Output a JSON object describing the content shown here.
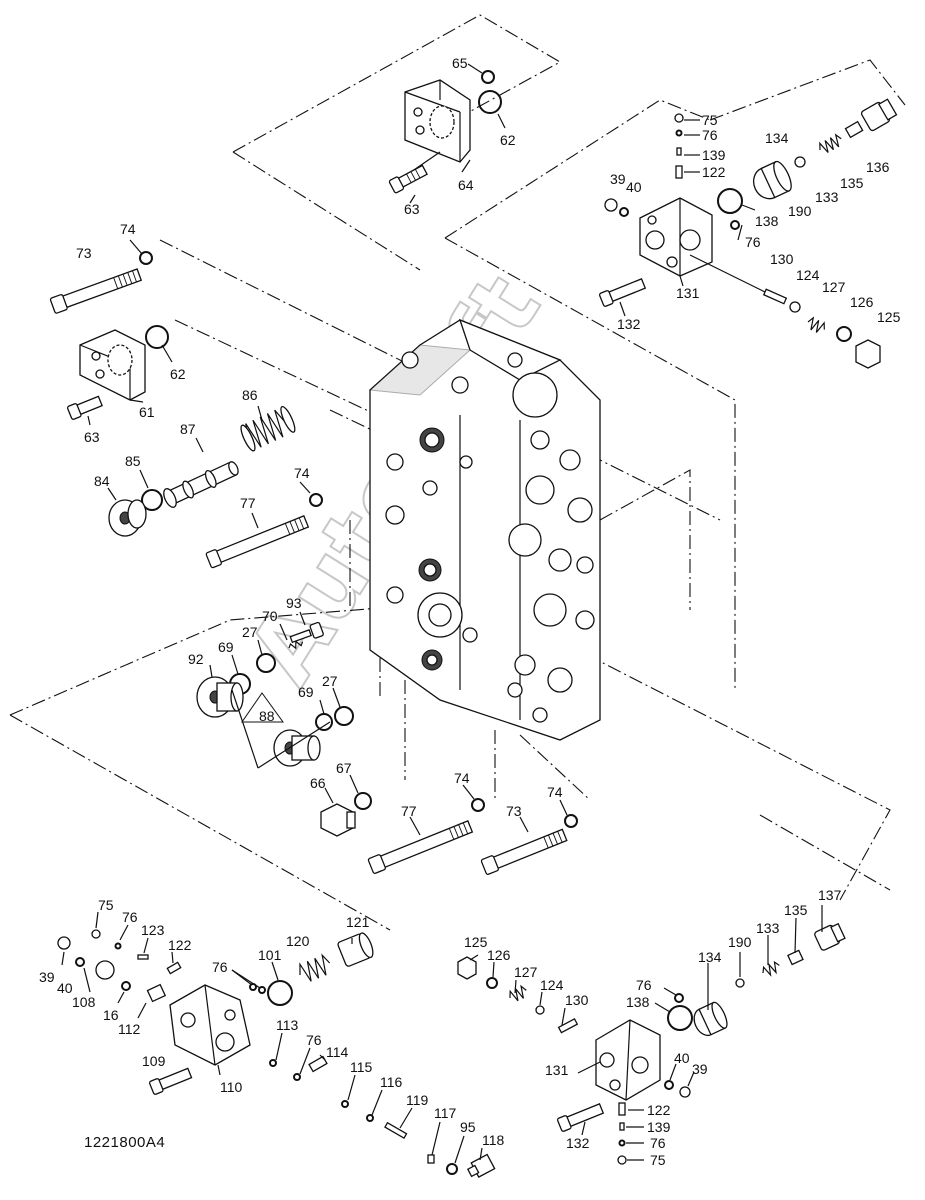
{
  "drawing_code": "1221800A4",
  "watermark": "AutoSoft",
  "callouts": {
    "t65": "65",
    "t62a": "62",
    "t63a": "63",
    "t64": "64",
    "t75a": "75",
    "t76a": "76",
    "t139a": "139",
    "t122a": "122",
    "t39a": "39",
    "t40a": "40",
    "t134a": "134",
    "t190a": "190",
    "t133a": "133",
    "t135a": "135",
    "t136": "136",
    "t138a": "138",
    "t76b": "76",
    "t131a": "131",
    "t132a": "132",
    "t130a": "130",
    "t124a": "124",
    "t127a": "127",
    "t126a": "126",
    "t125a": "125",
    "t73a": "73",
    "t74a": "74",
    "t62b": "62",
    "t61": "61",
    "t63b": "63",
    "t86": "86",
    "t87": "87",
    "t85": "85",
    "t84": "84",
    "t74b": "74",
    "t77a": "77",
    "t93": "93",
    "t70": "70",
    "t27a": "27",
    "t69a": "69",
    "t92": "92",
    "t88": "88",
    "t69b": "69",
    "t27b": "27",
    "t67": "67",
    "t66": "66",
    "t74c": "74",
    "t77b": "77",
    "t73b": "73",
    "t74d": "74",
    "t75b": "75",
    "t76c": "76",
    "t123": "123",
    "t122b": "122",
    "t121": "121",
    "t120": "120",
    "t39b": "39",
    "t40b": "40",
    "t108": "108",
    "t16": "16",
    "t112": "112",
    "t76d": "76",
    "t101": "101",
    "t113": "113",
    "t109": "109",
    "t110": "110",
    "t76e": "76",
    "t114": "114",
    "t115": "115",
    "t116": "116",
    "t119": "119",
    "t117": "117",
    "t95": "95",
    "t118": "118",
    "t125b": "125",
    "t126b": "126",
    "t127b": "127",
    "t124b": "124",
    "t130b": "130",
    "t76f": "76",
    "t138b": "138",
    "t134b": "134",
    "t190b": "190",
    "t133b": "133",
    "t135b": "135",
    "t137": "137",
    "t131b": "131",
    "t40c": "40",
    "t39c": "39",
    "t132b": "132",
    "t122c": "122",
    "t139b": "139",
    "t76g": "76",
    "t75c": "75"
  }
}
